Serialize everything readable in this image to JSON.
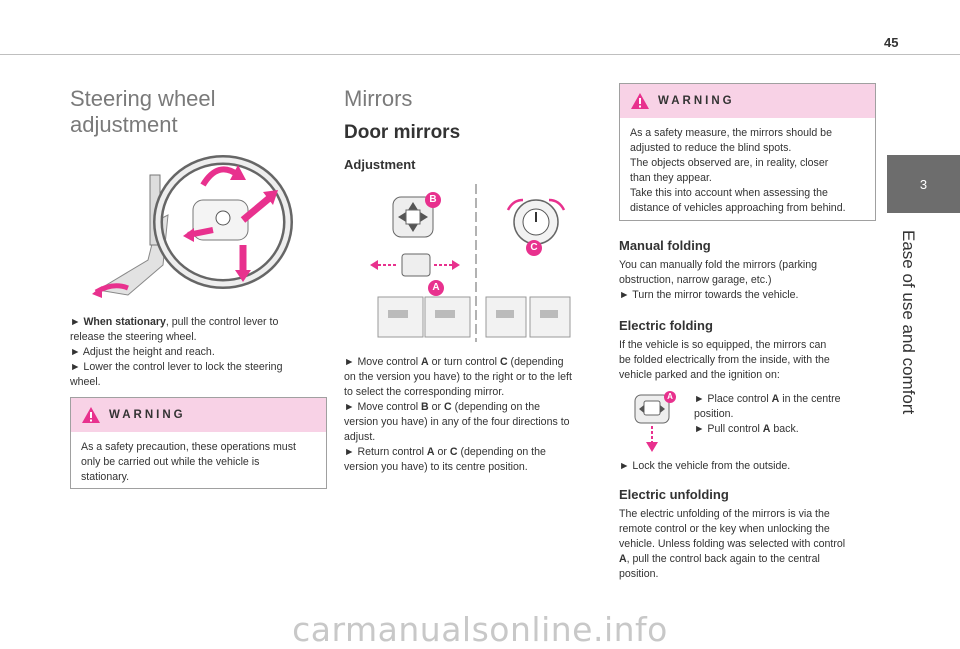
{
  "page_number": "45",
  "chapter_tab": "3",
  "chapter_title": "Ease of use and comfort",
  "col1": {
    "title_line1": "Steering wheel",
    "title_line2": "adjustment",
    "step1_bold": "When stationary",
    "step1_rest": ", pull the control lever to",
    "step1_cont": "release the steering wheel.",
    "step2": "► Adjust the height and reach.",
    "step3": "► Lower the control lever to lock the steering",
    "step3_cont": "wheel.",
    "warning_title": "WARNING",
    "warning_lines": [
      "As a safety precaution, these operations must",
      "only be carried out while the vehicle is",
      "stationary."
    ]
  },
  "col2": {
    "title": "Mirrors",
    "subtitle": "Door mirrors",
    "section": "Adjustment",
    "label_a": "A",
    "label_b": "B",
    "label_c": "C",
    "p1_a": "Move control ",
    "p1_b": " or turn control ",
    "p1_c": " (depending",
    "p1_l2": "on the version you have) to the right or to the left",
    "p1_l3": "to select the corresponding mirror.",
    "p2_a": "Move control ",
    "p2_b": " or ",
    "p2_c": " (depending on the",
    "p2_l2": "version you have) in any of the four directions to",
    "p2_l3": "adjust.",
    "p3_a": "Return control ",
    "p3_b": " or ",
    "p3_c": " (depending on the",
    "p3_l2": "version you have) to its centre position."
  },
  "col3": {
    "warning_title": "WARNING",
    "warning_lines": [
      "As a safety measure, the mirrors should be",
      "adjusted to reduce the blind spots.",
      "The objects observed are, in reality, closer",
      "than they appear.",
      "Take this into account when assessing the",
      "distance of vehicles approaching from behind."
    ],
    "manual_title": "Manual folding",
    "manual_lines": [
      "You can manually fold the mirrors (parking",
      "obstruction, narrow garage, etc.)",
      "► Turn the mirror towards the vehicle."
    ],
    "electric_title": "Electric folding",
    "electric_lines": [
      "If the vehicle is so equipped, the mirrors can",
      "be folded electrically from the inside, with the",
      "vehicle parked and the ignition on:"
    ],
    "ef_step1_a": "► Place control ",
    "ef_step1_b": " in the centre",
    "ef_step1_l2": "position.",
    "ef_step2_a": "► Pull control ",
    "ef_step2_b": " back.",
    "lock_step": "► Lock the vehicle from the outside.",
    "unfold_title": "Electric unfolding",
    "unfold_l1": "The electric unfolding of the mirrors is via the",
    "unfold_l2": "remote control or the key when unlocking the",
    "unfold_l3": "vehicle. Unless folding was selected with control",
    "unfold_l4_b": ", pull the control back again to the central",
    "unfold_l5": "position."
  },
  "watermark": "carmanualsonline.info",
  "colors": {
    "accent_pink": "#e8318e",
    "warning_bg": "#f8d2e6",
    "tab_gray": "#6d6d6d"
  }
}
